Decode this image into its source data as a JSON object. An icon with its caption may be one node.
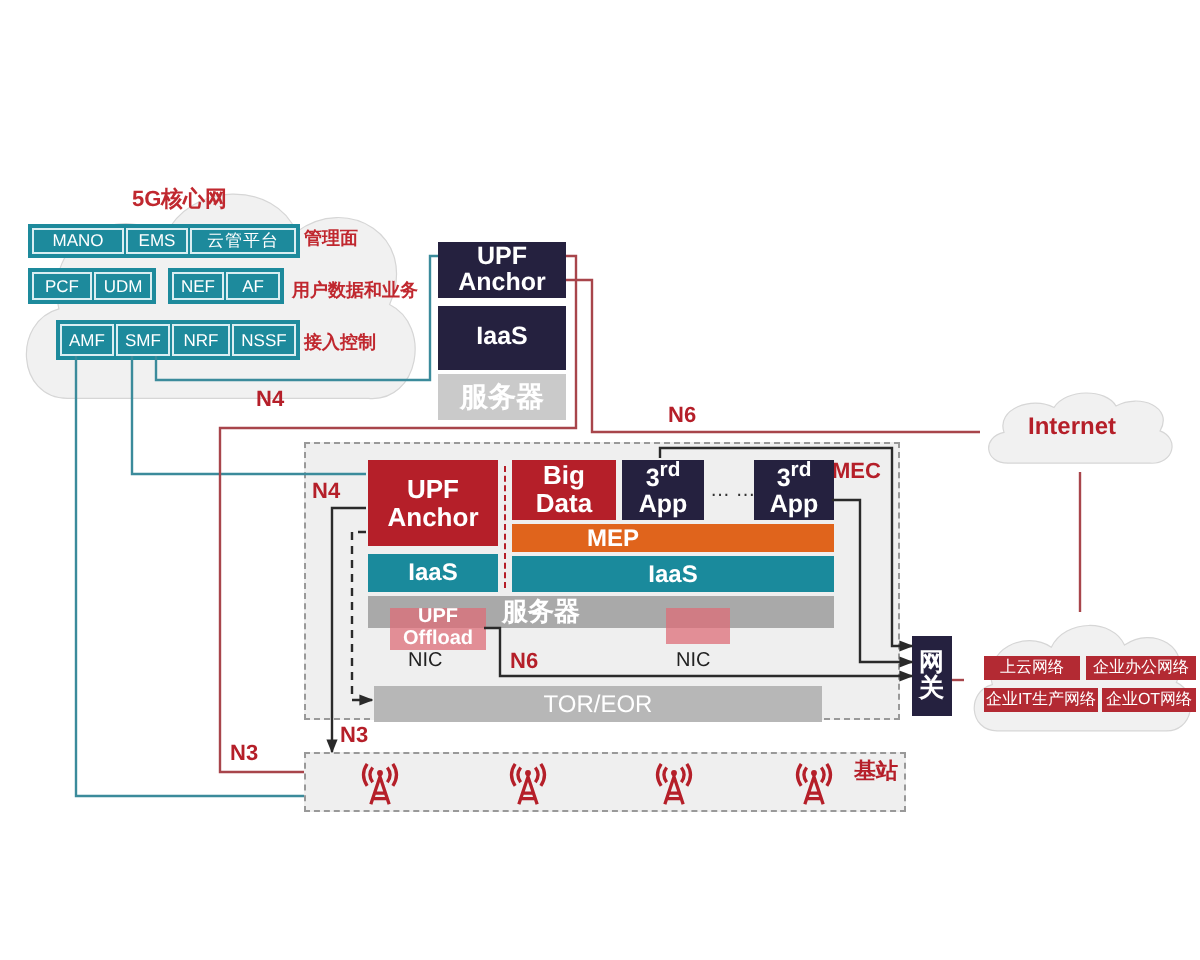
{
  "diagram": {
    "nodes": [
      {
        "text": [
          "5G核心网"
        ]
      },
      {
        "text": [
          "MANO"
        ],
        "in": 0
      },
      {
        "text": [
          "EMS"
        ],
        "in": 0
      },
      {
        "text": [
          "云管平台"
        ],
        "in": 0
      },
      {
        "text": [
          "PCF"
        ],
        "in": 0
      },
      {
        "text": [
          "UDM"
        ],
        "in": 0
      },
      {
        "text": [
          "NEF"
        ],
        "in": 0
      },
      {
        "text": [
          "AF"
        ],
        "in": 0
      },
      {
        "text": [
          "AMF"
        ],
        "in": 0
      },
      {
        "text": [
          "SMF"
        ],
        "in": 0
      },
      {
        "text": [
          "NRF"
        ],
        "in": 0
      },
      {
        "text": [
          "NSSF"
        ],
        "in": 0
      },
      {
        "text": [
          "UPF Anchor"
        ]
      },
      {
        "text": [
          "IaaS"
        ]
      },
      {
        "text": [
          "服务器"
        ]
      },
      {
        "text": [
          "Internet"
        ]
      },
      {
        "text": [
          "MEC"
        ]
      },
      {
        "text": [
          "UPF Anchor"
        ],
        "in": 16
      },
      {
        "text": [
          "IaaS"
        ],
        "in": 16
      },
      {
        "text": [
          "Big Data"
        ],
        "in": 16
      },
      {
        "text": [
          "3$^{rd}$ App"
        ],
        "in": 16
      },
      {
        "text": [
          "3$^{rd}$ App"
        ],
        "in": 16
      },
      {
        "text": [
          "MEP"
        ],
        "in": 16
      },
      {
        "text": [
          "IaaS"
        ],
        "in": 16
      },
      {
        "text": [
          "服务器"
        ],
        "in": 16
      },
      {
        "text": [
          "UPF Offload"
        ],
        "in": 16
      },
      {
        "text": [],
        "shape": "box",
        "in": 16
      },
      {
        "text": [
          "TOR/EOR"
        ],
        "in": 16
      },
      {
        "text": [
          "网关"
        ]
      },
      {
        "text": [],
        "shape": "cloud"
      },
      {
        "text": [
          "上云网络"
        ],
        "in": 29
      },
      {
        "text": [
          "企业办公网络"
        ],
        "in": 29
      },
      {
        "text": [
          "企业IT生产网络"
        ],
        "in": 29
      },
      {
        "text": [
          "企业OT网络"
        ],
        "in": 29
      },
      {
        "text": [
          "基站"
        ]
      }
    ],
    "edges": [
      {
        "from": 8,
        "to": 34,
        "arrow": "none",
        "color": "#3b8b9b"
      },
      {
        "from": 9,
        "to": 17,
        "arrow": "none",
        "label": "N4",
        "color": "#3b8b9b"
      },
      {
        "from": 9,
        "to": 12,
        "arrow": "none",
        "label": "N4",
        "color": "#3b8b9b"
      },
      {
        "from": 12,
        "to": 34,
        "arrow": "none",
        "label": "N3",
        "color": "#a8454b"
      },
      {
        "from": 12,
        "to": 15,
        "arrow": "none",
        "label": "N6",
        "color": "#a8454b"
      },
      {
        "from": 15,
        "to": 29,
        "arrow": "none",
        "color": "#a8454b"
      },
      {
        "from": 28,
        "to": 29,
        "arrow": "none",
        "color": "#a8454b"
      },
      {
        "from": 17,
        "to": 27,
        "arrow": "to",
        "style": "dashed"
      },
      {
        "from": 17,
        "to": 34,
        "arrow": "to",
        "label": "N3"
      },
      {
        "from": 20,
        "to": 28,
        "arrow": "to"
      },
      {
        "from": 21,
        "to": 28,
        "arrow": "to"
      },
      {
        "from": 25,
        "to": 28,
        "arrow": "to",
        "label": "N6"
      }
    ],
    "labels": [
      "管理面",
      "用户数据和业务",
      "接入控制",
      "… …",
      "NIC",
      "NIC"
    ]
  }
}
